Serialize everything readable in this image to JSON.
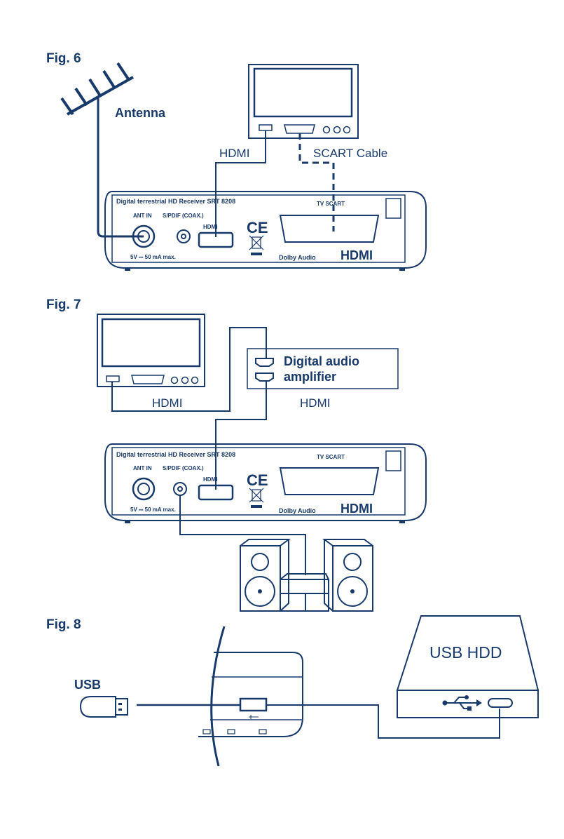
{
  "figures": {
    "fig6": {
      "title": "Fig. 6",
      "labels": {
        "antenna": "Antenna",
        "hdmi": "HDMI",
        "scart_cable": "SCART Cable"
      }
    },
    "fig7": {
      "title": "Fig. 7",
      "labels": {
        "amp_line1": "Digital audio",
        "amp_line2": "amplifier",
        "hdmi_left": "HDMI",
        "hdmi_right": "HDMI"
      }
    },
    "fig8": {
      "title": "Fig. 8",
      "labels": {
        "usb": "USB",
        "usb_hdd": "USB HDD"
      }
    }
  },
  "receiver": {
    "model": "Digital terrestrial HD Receiver SRT 8208",
    "ant_in": "ANT IN",
    "spdif": "S/PDIF (COAX.)",
    "tv_scart": "TV SCART",
    "power": "5V ⎓ 50 mA max.",
    "hdmi_port": "HDMI",
    "ce_mark": "CE",
    "dolby": "Dolby Audio",
    "hdmi_logo": "HDMI"
  },
  "colors": {
    "line": "#183a6b",
    "background": "#ffffff"
  }
}
